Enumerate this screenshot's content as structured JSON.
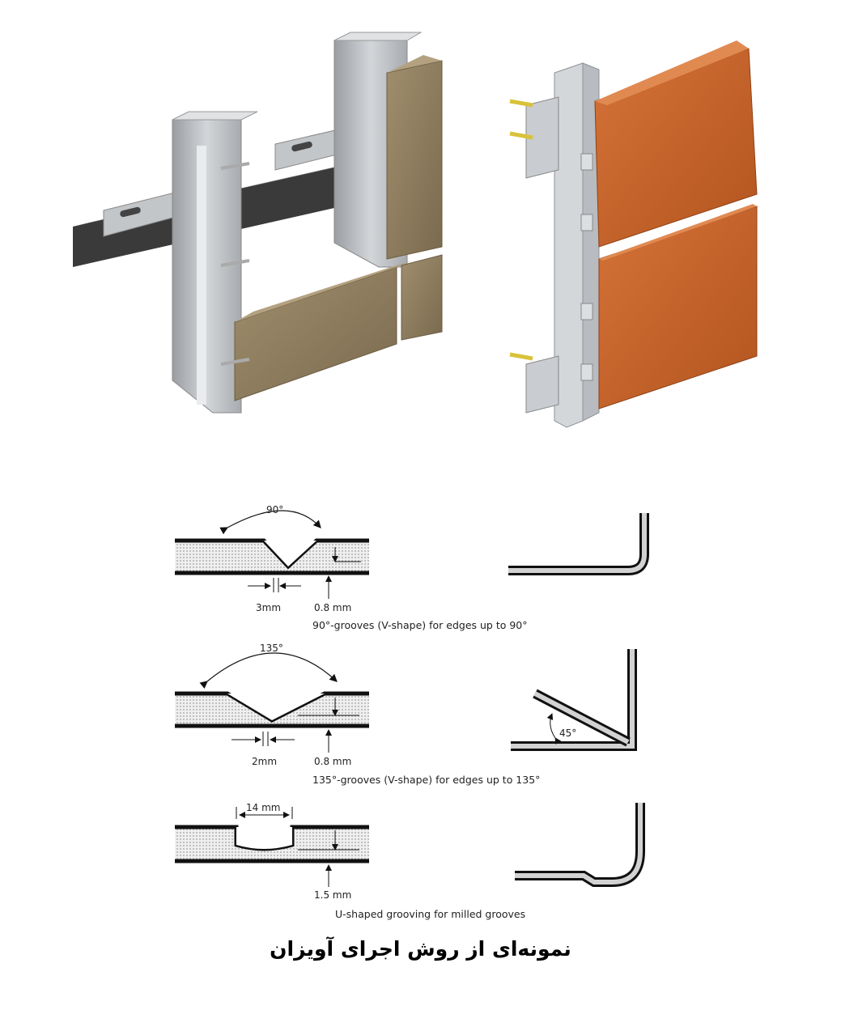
{
  "grooves": [
    {
      "angle_label": "90°",
      "width_label": "3mm",
      "depth_label": "0.8 mm",
      "caption": "90°-grooves (V-shape) for edges up to 90°"
    },
    {
      "angle_label": "135°",
      "width_label": "2mm",
      "depth_label": "0.8 mm",
      "fold_angle_label": "45°",
      "caption": "135°-grooves (V-shape) for edges up to 135°"
    },
    {
      "width_label": "14 mm",
      "depth_label": "1.5 mm",
      "caption": "U-shaped grooving for milled grooves"
    }
  ],
  "caption": "نمونه‌ای از روش اجرای آویزان",
  "colors": {
    "steel": "#b9bcc0",
    "steel_dark": "#8e9296",
    "bronze_panel": "#8c7a5c",
    "copper_panel": "#c5632d",
    "beam": "#3a3a3a"
  }
}
